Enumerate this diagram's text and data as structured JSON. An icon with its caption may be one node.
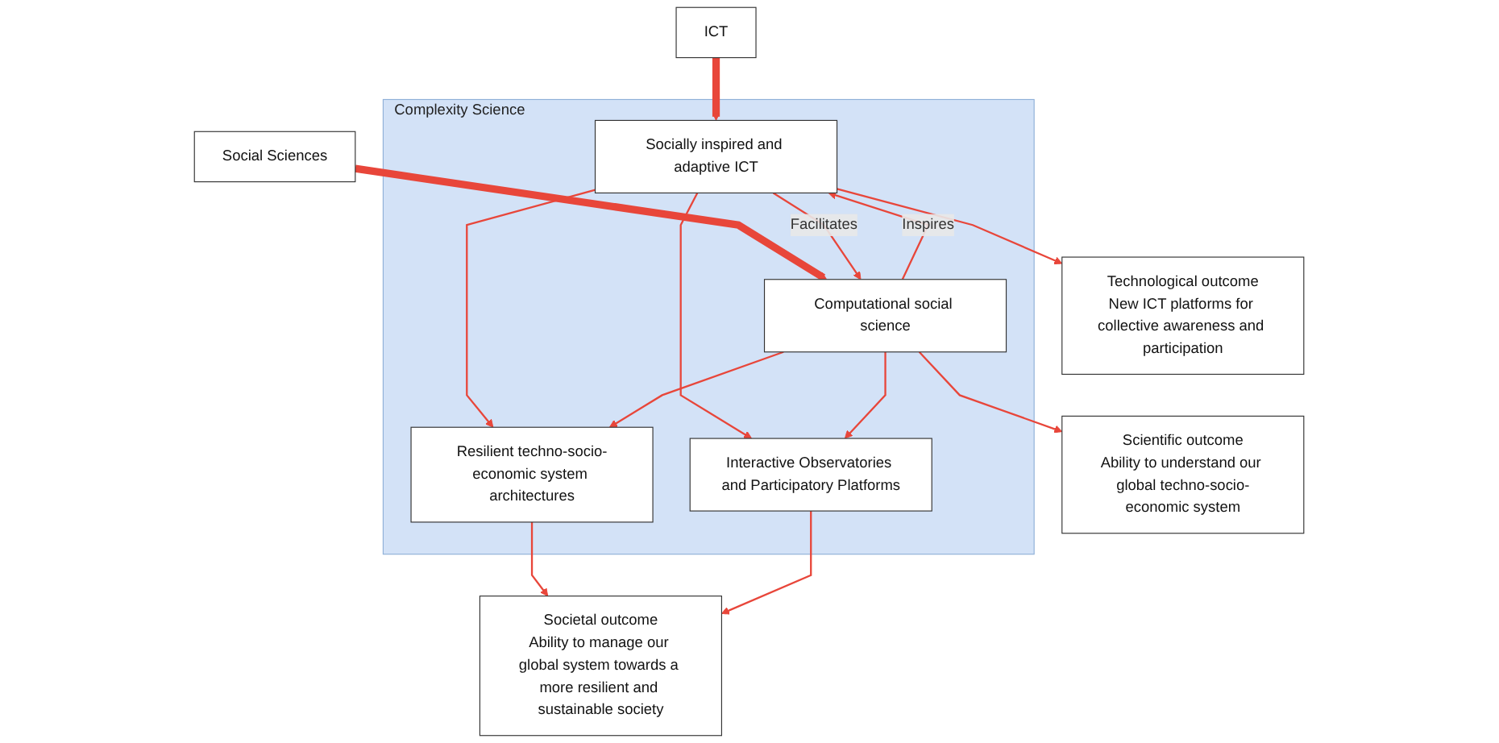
{
  "diagram": {
    "nodes": [
      {
        "text": [
          "ICT"
        ]
      },
      {
        "text": [
          "Social Sciences"
        ]
      },
      {
        "text": [
          "Complexity Science"
        ]
      },
      {
        "text": [
          "Socially inspired and adaptive ICT"
        ],
        "in": 2
      },
      {
        "text": [
          "Computational social science"
        ],
        "in": 2
      },
      {
        "text": [
          "Resilient techno-socio-economic system architectures"
        ],
        "in": 2
      },
      {
        "text": [
          "Interactive Observatories and Participatory Platforms"
        ],
        "in": 2
      },
      {
        "text": [
          "Technological outcome",
          "New ICT platforms for collective awareness and participation"
        ]
      },
      {
        "text": [
          "Scientific outcome",
          "Ability to understand our global techno-socio-economic system"
        ]
      },
      {
        "text": [
          "Societal outcome",
          "Ability to manage our global system towards a more resilient and sustainable society"
        ]
      }
    ],
    "edges": [
      {
        "from": 0,
        "to": 3,
        "arrow": "to",
        "style": "thick"
      },
      {
        "from": 1,
        "to": 4,
        "arrow": "to",
        "style": "thick"
      },
      {
        "from": 4,
        "to": 3,
        "arrow": "to",
        "label": "Inspires"
      },
      {
        "from": 3,
        "to": 4,
        "arrow": "to",
        "label": "Facilitates"
      },
      {
        "from": 3,
        "to": 7,
        "arrow": "to"
      },
      {
        "from": 4,
        "to": 8,
        "arrow": "to"
      },
      {
        "from": 3,
        "to": 5,
        "arrow": "to"
      },
      {
        "from": 3,
        "to": 6,
        "arrow": "to"
      },
      {
        "from": 4,
        "to": 5,
        "arrow": "to"
      },
      {
        "from": 4,
        "to": 6,
        "arrow": "to"
      },
      {
        "from": 5,
        "to": 9,
        "arrow": "to"
      },
      {
        "from": 6,
        "to": 9,
        "arrow": "to"
      }
    ]
  }
}
